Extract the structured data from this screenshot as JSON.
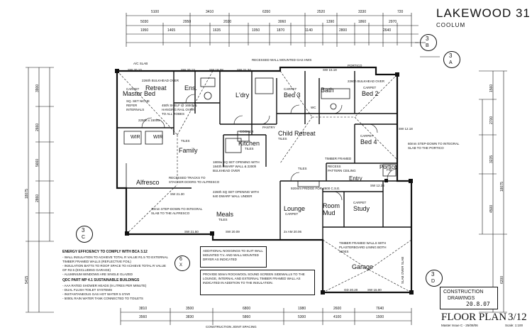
{
  "title_block": {
    "name": "LAKEWOOD 31",
    "location": "COOLUM",
    "sheet_title": "FLOOR PLAN",
    "sheet_number": "3/12",
    "master_issue": "Master Issue C - 25/08/06",
    "scale": "Scale: 1:100",
    "stamp_line1": "CONSTRUCTION",
    "stamp_line2": "DRAWINGS",
    "stamp_date": "20.8.07"
  },
  "section_markers": [
    {
      "id": "3",
      "sub": "B"
    },
    {
      "id": "3",
      "sub": "A"
    },
    {
      "id": "3",
      "sub": "C"
    },
    {
      "id": "3",
      "sub": "D"
    },
    {
      "id": "6",
      "sub": "X"
    }
  ],
  "rooms": {
    "master_bed": "Master Bed",
    "retreat": "Retreat",
    "ens": "Ens.",
    "ldry": "L'dry",
    "bed3": "Bed 3",
    "bath": "Bath",
    "bed2": "Bed 2",
    "wir1": "WIR",
    "wir2": "WIR",
    "family": "Family",
    "kitchen": "Kitchen",
    "child_retreat": "Child Retreat",
    "bed4": "Bed 4",
    "alfresco": "Alfresco",
    "entry": "Entry",
    "portico": "Portico",
    "lounge": "Lounge",
    "room_mud": "Room Mud",
    "study": "Study",
    "meals": "Meals",
    "garage": "Garage",
    "pantry": "PANTRY",
    "cooker": "COOKER",
    "wc": "WC"
  },
  "room_notes": {
    "carpet": "CARPET",
    "tiles": "TILES",
    "bulkhead_over": "2260h BULKHEAD OVER",
    "recessed_wall": "RECESSED WALL MOUNTED GAS HWS",
    "opening_2200": "2250h x 1500w",
    "opening_1800": "1800w SQ SET OPENING WITH 1840h DWARF WALL & 2200h BULKHEAD OVER",
    "fridge": "920mm FRIDGE FOR 2600 C.S.E.",
    "sq_set_opening": "2260h SQ SET OPENING WITH 640 DWARF WALL UNDER",
    "step_down_alfresco": "30mm STEP-DOWN TO INTEGRAL SLAB TO THE ALFRESCO",
    "recessed_stacker": "RECESSED TRACKS TO STACKER DOORS TO ALFRESCO",
    "step_down_portico": "60mm STEP-DOWN TO INTEGRAL SLAB TO THE PORTICO",
    "timber_framed": "TIMBER FRAMED WALLS WITH PLASTERBOARD LINING BOTH SIDES",
    "recess_ceiling": "RECESS PATTERN CEILING",
    "sq_set_niche": "SQ. SET NICHE REFER INTERNALS",
    "shelf_note": "450h SHELF @ 1650h & HANGING RAIL OVER TO ALL ROBES",
    "sw_2013": "SW 20.13",
    "sw_2130": "SW 21.30",
    "sw_2050": "SW 21.50",
    "sw_2009": "SW 20.09",
    "sw_2006": "2x AM 20.06",
    "sw_1518": "SW 15.18",
    "sw_1808": "SW 18.08",
    "sw_2134": "SW 21.34",
    "sw_1218": "SW 12.18",
    "sw_1500": "SW 15.00",
    "sw_1233": "SW 12.33",
    "sw_2010": "SW 20.10",
    "gd_2020": "GD 20.20"
  },
  "notes_block": {
    "energy_heading": "ENERGY EFFICIENCY TO COMPLY WITH BCA 3.12",
    "energy_lines": [
      "- WALL INSULATION TO ACHIEVE TOTAL R VALUE R1.5 TO EXTERNAL TIMBER FRAMED WALLS (REFLECTIVE FOIL)",
      "- INSULATION BATTS TO ROOF SPACE TO ACHIEVE TOTAL R VALUE OF R2.5 (EXCLUDING GARAGE)",
      "- ALUMINIUM WINDOWS ARE SINGLE GLAZED"
    ],
    "qdc_heading": "QDC PART MP 4.1 SUSTAINABLE BUILDINGS",
    "qdc_lines": [
      "- AAA RATED SHOWER HEADS (9 LITRES PER MINUTE)",
      "- DUAL FLUSH TOILET SYSTEMS",
      "- INSTANTANEOUS GAS HOT WATER 5 STAR",
      "- 5000L RAIN WATER TANK CONNECTED TO TOILETS"
    ],
    "acoustic": "ADDITIONAL NOGGINGS TO SUIT WALL MOUNTED T.V. AND WALL MOUNTED DRYER AS INDICATED",
    "sound_screen": "PROVIDE 50mm ROCKWOOL SOUND SCREEN SIDEWALLS TO THE LOUNGE, INTERNAL AND EXTERNAL TIMBER FRAMED WALL AS INDICATED IN ADDITION TO THE INSULATION."
  },
  "dims_top_row1": [
    "5100",
    "3410",
    "6350",
    "2520",
    "3330",
    "720"
  ],
  "dims_top_row2": [
    "5030",
    "2950",
    "2020",
    "3060",
    "1390",
    "1860",
    "2970"
  ],
  "dims_top_row3": [
    "1950",
    "1465",
    "1635",
    "1050",
    "1870",
    "1140",
    "2800",
    "2640"
  ],
  "dims_bottom_row1": [
    "3810",
    "3500",
    "6800",
    "1980",
    "2600",
    "7640"
  ],
  "dims_bottom_row2": [
    "3560",
    "3830",
    "5860",
    "5300",
    "4100",
    "1500"
  ],
  "dims_left": [
    "18075",
    "3900",
    "2660",
    "5660",
    "2860",
    "5415"
  ],
  "dims_right": [
    "18075",
    "1560",
    "2700",
    "3235",
    "4500",
    "6200"
  ],
  "garage_slab": "SLAB OVER SLAB",
  "construction_joint": "CONSTRUCTION JOINT SPACING",
  "misc": {
    "a_c_slab": "A/C SLAB",
    "portico_label": "PORTICO",
    "timber_frame": "TIMBER FRAMED",
    "fw": "FW"
  }
}
